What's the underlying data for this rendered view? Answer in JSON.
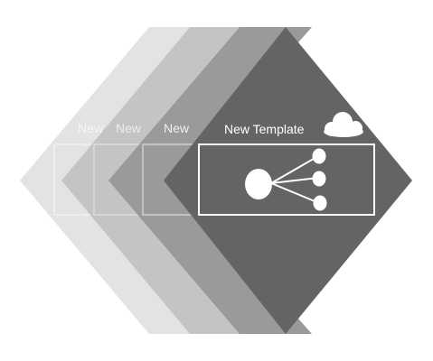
{
  "template_stack": {
    "cards": [
      {
        "title": "New",
        "fill": "#e3e3e3"
      },
      {
        "title": "New",
        "fill": "#c4c4c4"
      },
      {
        "title": "New",
        "fill": "#9a9a9a"
      },
      {
        "title": "New Template",
        "fill": "#646464",
        "icon": "cloud-icon",
        "preview": "hub-spoke-diagram-icon"
      }
    ],
    "colors": {
      "background": "#ffffff",
      "front_card": "#646464",
      "text": "#ffffff",
      "outline": "#ffffff"
    }
  }
}
